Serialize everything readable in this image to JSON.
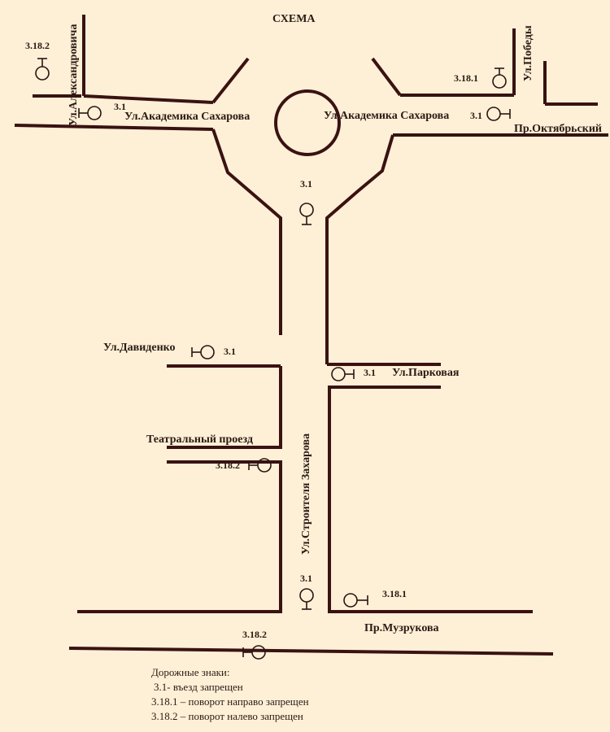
{
  "title": "СХЕМА",
  "streets": {
    "aleksandrovicha": "Ул.Александровича",
    "sakharova_left": "Ул.Академика Сахарова",
    "sakharova_right": "Ул.Академика Сахарова",
    "pobedy": "Ул.Победы",
    "oktyabrsky": "Пр.Октябрьский",
    "davidenko": "Ул.Давиденко",
    "parkovaya": "Ул.Парковая",
    "teatralny": "Театральный проезд",
    "stroitelya": "Ул.Строителя Захарова",
    "muzrukova": "Пр.Музрукова"
  },
  "signs": {
    "s1": "3.18.2",
    "s2": "3.1",
    "s3": "3.18.1",
    "s4": "3.1",
    "s5": "3.1",
    "s6": "3.1",
    "s7": "3.1",
    "s8": "3.18.2",
    "s9": "3.1",
    "s10": "3.18.1",
    "s11": "3.18.2"
  },
  "legend": {
    "heading": "Дорожные знаки:",
    "items": [
      "3.1- въезд запрещен",
      "3.18.1 – поворот направо запрещен",
      "3.18.2 – поворот налево запрещен"
    ]
  }
}
